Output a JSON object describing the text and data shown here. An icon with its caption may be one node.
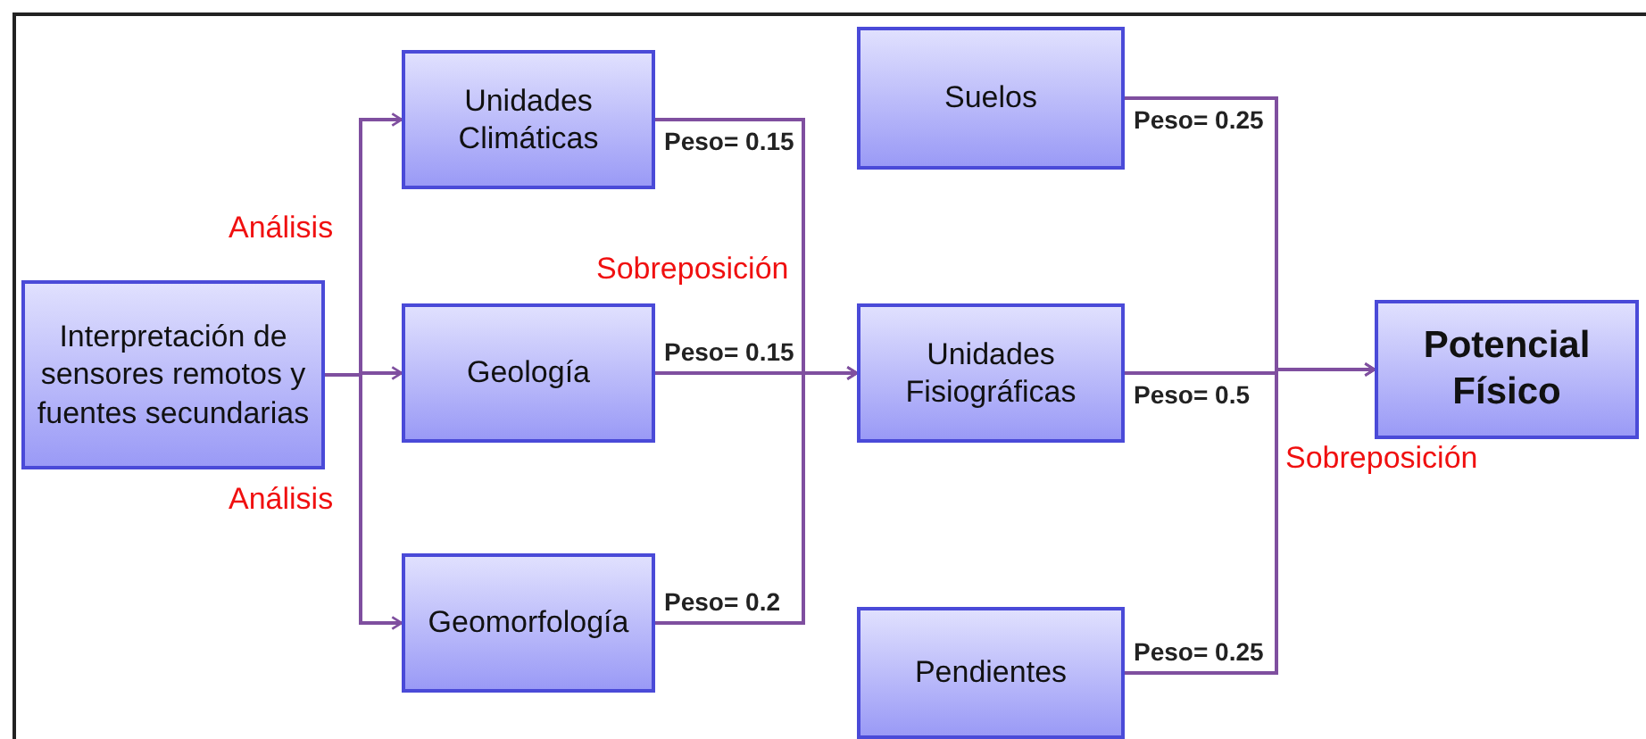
{
  "diagram": {
    "nodes": [
      {
        "text": [
          "Interpretación de sensores remotos y fuentes secundarias"
        ]
      },
      {
        "text": [
          "Unidades Climáticas"
        ]
      },
      {
        "text": [
          "Geología"
        ]
      },
      {
        "text": [
          "Geomorfología"
        ]
      },
      {
        "text": [
          "Suelos"
        ]
      },
      {
        "text": [
          "Unidades Fisiográficas"
        ]
      },
      {
        "text": [
          "Pendientes"
        ]
      },
      {
        "text": [
          "Potencial Físico"
        ]
      }
    ],
    "edges": [
      {
        "from": 0,
        "to": 1,
        "arrow": "to"
      },
      {
        "from": 0,
        "to": 2,
        "arrow": "to"
      },
      {
        "from": 0,
        "to": 3,
        "arrow": "to"
      },
      {
        "from": 1,
        "to": 5,
        "arrow": "to",
        "label": "Peso= 0.15"
      },
      {
        "from": 2,
        "to": 5,
        "arrow": "to",
        "label": "Peso= 0.15"
      },
      {
        "from": 3,
        "to": 5,
        "arrow": "to",
        "label": "Peso= 0.2"
      },
      {
        "from": 4,
        "to": 7,
        "arrow": "to",
        "label": "Peso= 0.25"
      },
      {
        "from": 5,
        "to": 7,
        "arrow": "to",
        "label": "Peso= 0.5"
      },
      {
        "from": 6,
        "to": 7,
        "arrow": "to",
        "label": "Peso= 0.25"
      }
    ],
    "labels": [
      "Análisis",
      "Sobreposición",
      "Análisis",
      "Sobreposición"
    ]
  }
}
